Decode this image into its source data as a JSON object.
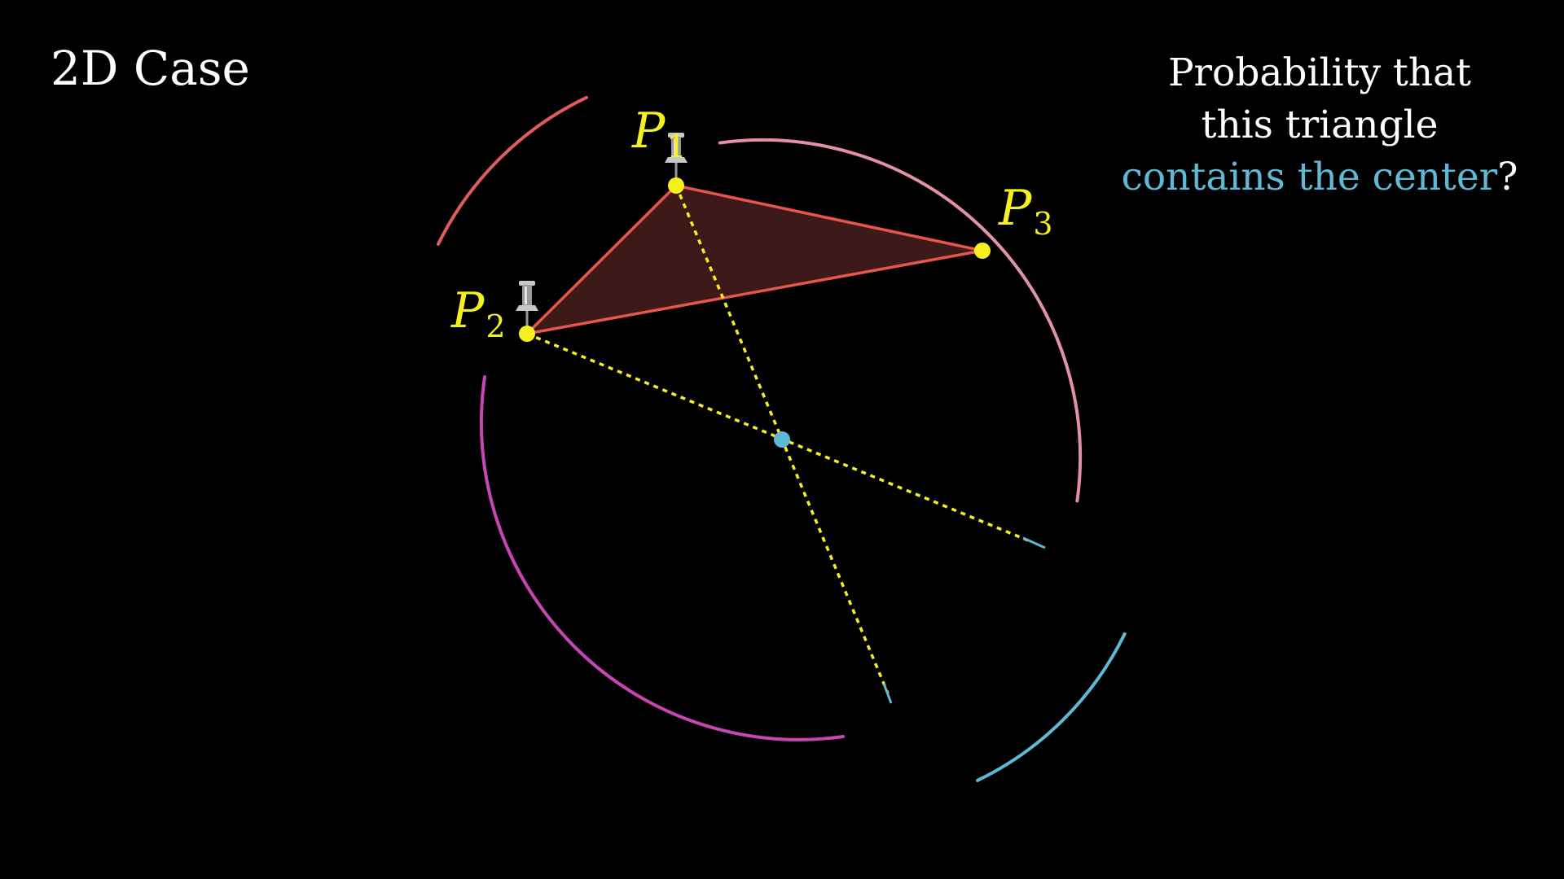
{
  "title": "2D Case",
  "question": {
    "line1": "Probability that",
    "line2": "this triangle",
    "line3_accent": "contains the center",
    "line3_tail": "?"
  },
  "points": {
    "p1": {
      "letter": "P",
      "subscript": "1"
    },
    "p2": {
      "letter": "P",
      "subscript": "2"
    },
    "p3": {
      "letter": "P",
      "subscript": "3"
    }
  },
  "colors": {
    "background": "#000000",
    "point": "#f7f01f",
    "center": "#5fb9d6",
    "triangle_edge": "#e8554d",
    "triangle_fill": "#3d1919",
    "arc_p1": "#e05d5d",
    "arc_p3": "#e391a6",
    "arc_p2": "#c845b5",
    "arc_opposite": "#5fb9d6",
    "pin": "#bdbdbd"
  },
  "icons": [
    "push-pin-icon"
  ]
}
